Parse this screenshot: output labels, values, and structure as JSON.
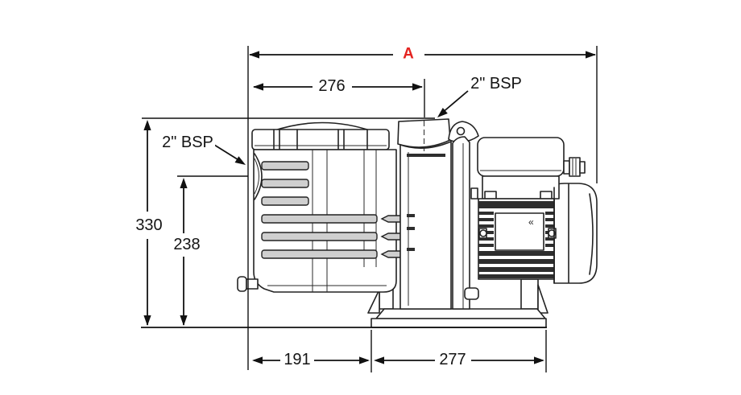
{
  "drawing": {
    "subject": "pump-side-view-dimension-drawing",
    "colors": {
      "line": "#222222",
      "dimension": "#111111",
      "accent": "#e42320",
      "background": "#ffffff"
    },
    "dims": {
      "overall_length": "A",
      "tank_face_to_outlet_center": "276",
      "overall_height": "330",
      "inlet_center_height": "238",
      "tank_overhang": "191",
      "base_length": "277"
    },
    "port_labels": {
      "outlet_top": "2\" BSP",
      "inlet_side": "2\" BSP"
    },
    "motor_marking": "«"
  }
}
